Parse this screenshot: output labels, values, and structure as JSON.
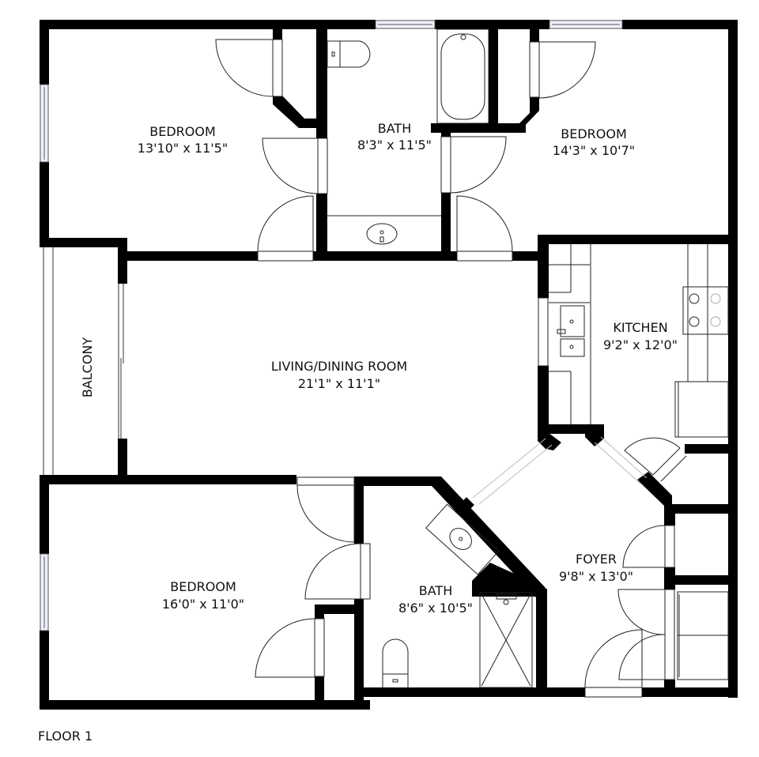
{
  "floor_label": "FLOOR 1",
  "colors": {
    "wall": "#000000",
    "fixture_line": "#222222",
    "window_fill": "#eef0fb",
    "background": "#ffffff",
    "text": "#111111"
  },
  "rooms": [
    {
      "id": "bedroom-nw",
      "name": "BEDROOM",
      "dimensions": "13'10\" x 11'5\""
    },
    {
      "id": "bath-north",
      "name": "BATH",
      "dimensions": "8'3\" x 11'5\""
    },
    {
      "id": "bedroom-ne",
      "name": "BEDROOM",
      "dimensions": "14'3\" x 10'7\""
    },
    {
      "id": "kitchen",
      "name": "KITCHEN",
      "dimensions": "9'2\" x 12'0\""
    },
    {
      "id": "living-dining",
      "name": "LIVING/DINING ROOM",
      "dimensions": "21'1\" x 11'1\""
    },
    {
      "id": "balcony",
      "name": "BALCONY",
      "dimensions": ""
    },
    {
      "id": "bedroom-sw",
      "name": "BEDROOM",
      "dimensions": "16'0\" x 11'0\""
    },
    {
      "id": "bath-south",
      "name": "BATH",
      "dimensions": "8'6\" x 10'5\""
    },
    {
      "id": "foyer",
      "name": "FOYER",
      "dimensions": "9'8\" x 13'0\""
    }
  ],
  "fixtures": [
    "toilet",
    "bathtub",
    "sink",
    "shower",
    "kitchen-sink",
    "stove",
    "refrigerator",
    "washer-dryer",
    "closet"
  ]
}
